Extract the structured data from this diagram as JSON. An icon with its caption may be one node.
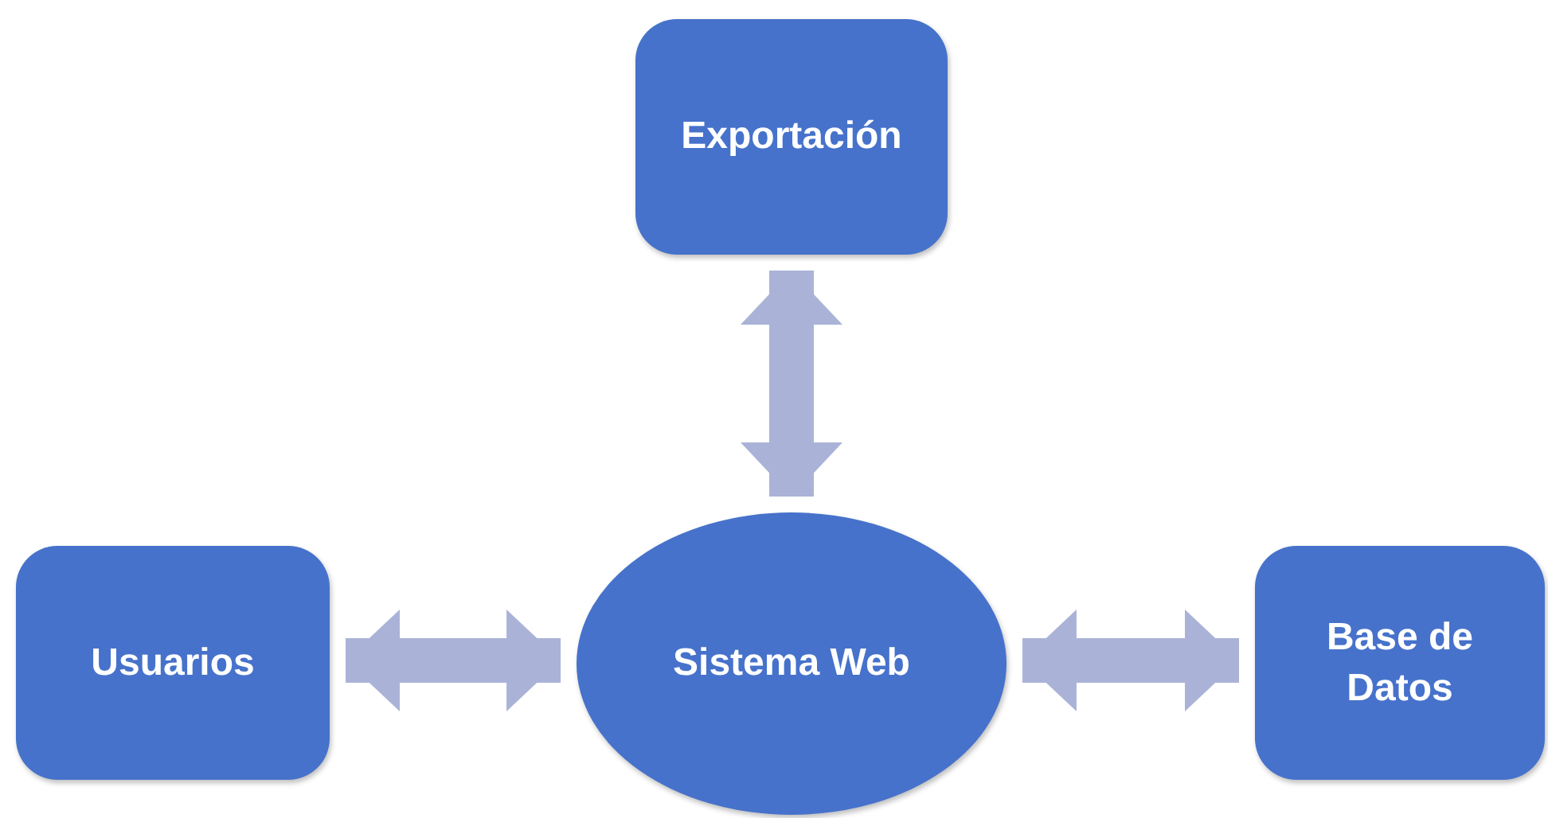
{
  "diagram": {
    "nodes": [
      {
        "text": [
          "Exportación"
        ]
      },
      {
        "text": [
          "Usuarios"
        ]
      },
      {
        "text": [
          "Sistema Web"
        ]
      },
      {
        "text": [
          "Base de Datos"
        ]
      }
    ],
    "edges": [
      {
        "from": 2,
        "to": 0,
        "arrow": "both"
      },
      {
        "from": 1,
        "to": 2,
        "arrow": "both"
      },
      {
        "from": 2,
        "to": 3,
        "arrow": "both"
      }
    ]
  }
}
